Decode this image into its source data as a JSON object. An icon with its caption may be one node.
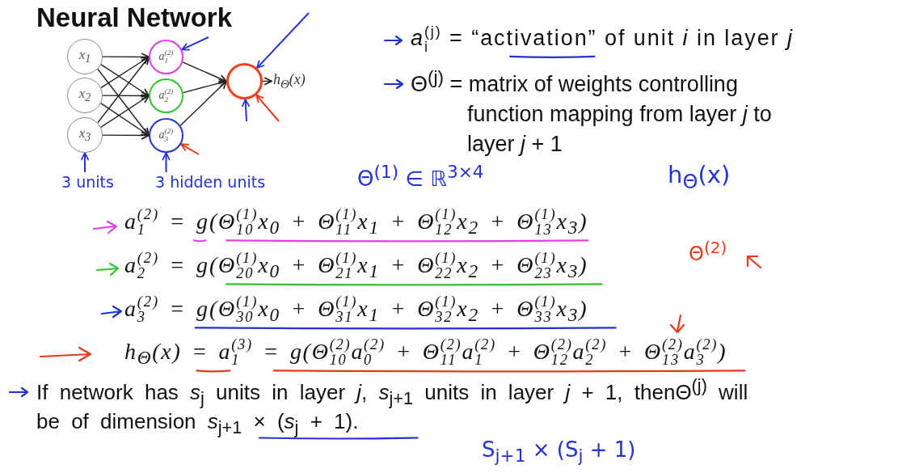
{
  "diagram": {
    "title": "Neural Network",
    "nodes": [
      {
        "text": [
          "x$_{1}$"
        ]
      },
      {
        "text": [
          "x$_{2}$"
        ]
      },
      {
        "text": [
          "x$_{3}$"
        ]
      },
      {
        "text": [
          "a$_{1}$$^{(2)}$"
        ]
      },
      {
        "text": [
          "a$_{2}$$^{(2)}$"
        ]
      },
      {
        "text": [
          "a$_{3}$$^{(2)}$"
        ]
      },
      {
        "text": [],
        "shape": "circle"
      },
      {
        "text": [
          "h$_{Θ}$(x)"
        ]
      },
      {
        "text": [
          "3 units"
        ]
      },
      {
        "text": [
          "3 hidden units"
        ]
      }
    ],
    "edges": [
      {
        "from": 0,
        "to": 3,
        "arrow": "to"
      },
      {
        "from": 0,
        "to": 4,
        "arrow": "to"
      },
      {
        "from": 0,
        "to": 5,
        "arrow": "to"
      },
      {
        "from": 1,
        "to": 3,
        "arrow": "to"
      },
      {
        "from": 1,
        "to": 4,
        "arrow": "to"
      },
      {
        "from": 1,
        "to": 5,
        "arrow": "to"
      },
      {
        "from": 2,
        "to": 3,
        "arrow": "to"
      },
      {
        "from": 2,
        "to": 4,
        "arrow": "to"
      },
      {
        "from": 2,
        "to": 5,
        "arrow": "to"
      },
      {
        "from": 3,
        "to": 6,
        "arrow": "to"
      },
      {
        "from": 4,
        "to": 6,
        "arrow": "to"
      },
      {
        "from": 5,
        "to": 6,
        "arrow": "to"
      },
      {
        "from": 6,
        "to": 7,
        "arrow": "to"
      },
      {
        "from": 8,
        "to": 2,
        "arrow": "to",
        "color": "#2432d0"
      },
      {
        "from": 9,
        "to": 5,
        "arrow": "to",
        "color": "#2432d0"
      },
      {
        "from": null,
        "to": 3,
        "arrow": "to",
        "color": "#2432d0"
      },
      {
        "from": null,
        "to": 6,
        "arrow": "to",
        "color": "#2432d0"
      },
      {
        "from": null,
        "to": 6,
        "arrow": "to",
        "color": "#2432d0"
      },
      {
        "from": null,
        "to": 6,
        "arrow": "to",
        "color": "#e8381c"
      },
      {
        "from": null,
        "to": 5,
        "arrow": "to",
        "color": "#e8381c"
      }
    ],
    "labels": [
      "*a*$_{i}$$^{(j)}$ = “activation” of unit *i* in layer *j*",
      "Θ$^{(j)}$ = matrix of weights controlling function mapping from layer *j* to layer *j* + 1",
      "Θ$^{(1)}$ ∈ ℝ$^{3×4}$",
      "h$_{Θ}$(x)",
      "a$_{1}$$^{(2)}$ = g(Θ$_{10}$$^{(1)}$x$_{0}$ + Θ$_{11}$$^{(1)}$x$_{1}$ + Θ$_{12}$$^{(1)}$x$_{2}$ + Θ$_{13}$$^{(1)}$x$_{3}$)",
      "Θ$^{(2)}$",
      "a$_{2}$$^{(2)}$ = g(Θ$_{20}$$^{(1)}$x$_{0}$ + Θ$_{21}$$^{(1)}$x$_{1}$ + Θ$_{22}$$^{(1)}$x$_{2}$ + Θ$_{23}$$^{(1)}$x$_{3}$)",
      "a$_{3}$$^{(2)}$ = g(Θ$_{30}$$^{(1)}$x$_{0}$ + Θ$_{31}$$^{(1)}$x$_{1}$ + Θ$_{32}$$^{(1)}$x$_{2}$ + Θ$_{33}$$^{(1)}$x$_{3}$)",
      "h$_{Θ}$(x) = a$_{1}$$^{(3)}$ = g(Θ$_{10}$$^{(2)}$a$_{0}$$^{(2)}$ + Θ$_{11}$$^{(2)}$a$_{1}$$^{(2)}$ + Θ$_{12}$$^{(2)}$a$_{2}$$^{(2)}$ + Θ$_{13}$$^{(2)}$a$_{3}$$^{(2)}$)",
      "If network has *s*$_{j}$ units in layer *j*, *s*$_{j+1}$ units in layer *j* + 1, thenΘ$^{(j)}$ will be of dimension *s*$_{j+1}$ × (*s*$_{j}$ + 1).",
      "S$_{j+1}$ × (S$_{j}$ + 1)"
    ]
  }
}
